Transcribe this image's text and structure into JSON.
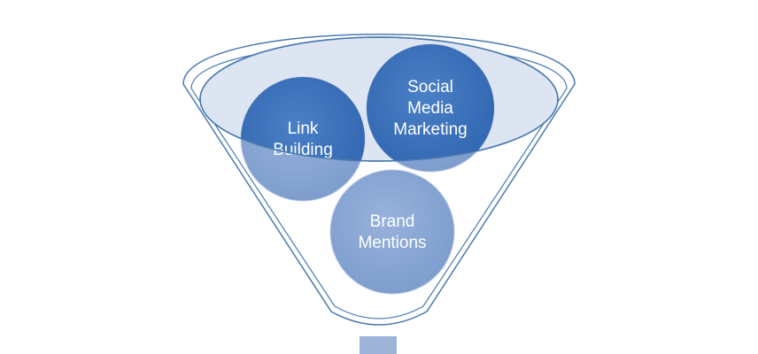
{
  "diagram": {
    "type": "funnel",
    "colors": {
      "funnel_outline": "#4a7ab0",
      "funnel_fill": "#ffffff",
      "rim_fill": "#dde5f2",
      "circle_dark": "#3a6fb8",
      "circle_light": "#8aa7d4",
      "spout": "#9db3d8"
    },
    "bubbles": [
      {
        "lines": [
          "Link",
          "Building"
        ],
        "shade": "split"
      },
      {
        "lines": [
          "Social",
          "Media",
          "Marketing"
        ],
        "shade": "split"
      },
      {
        "lines": [
          "Brand",
          "Mentions"
        ],
        "shade": "light"
      }
    ]
  }
}
